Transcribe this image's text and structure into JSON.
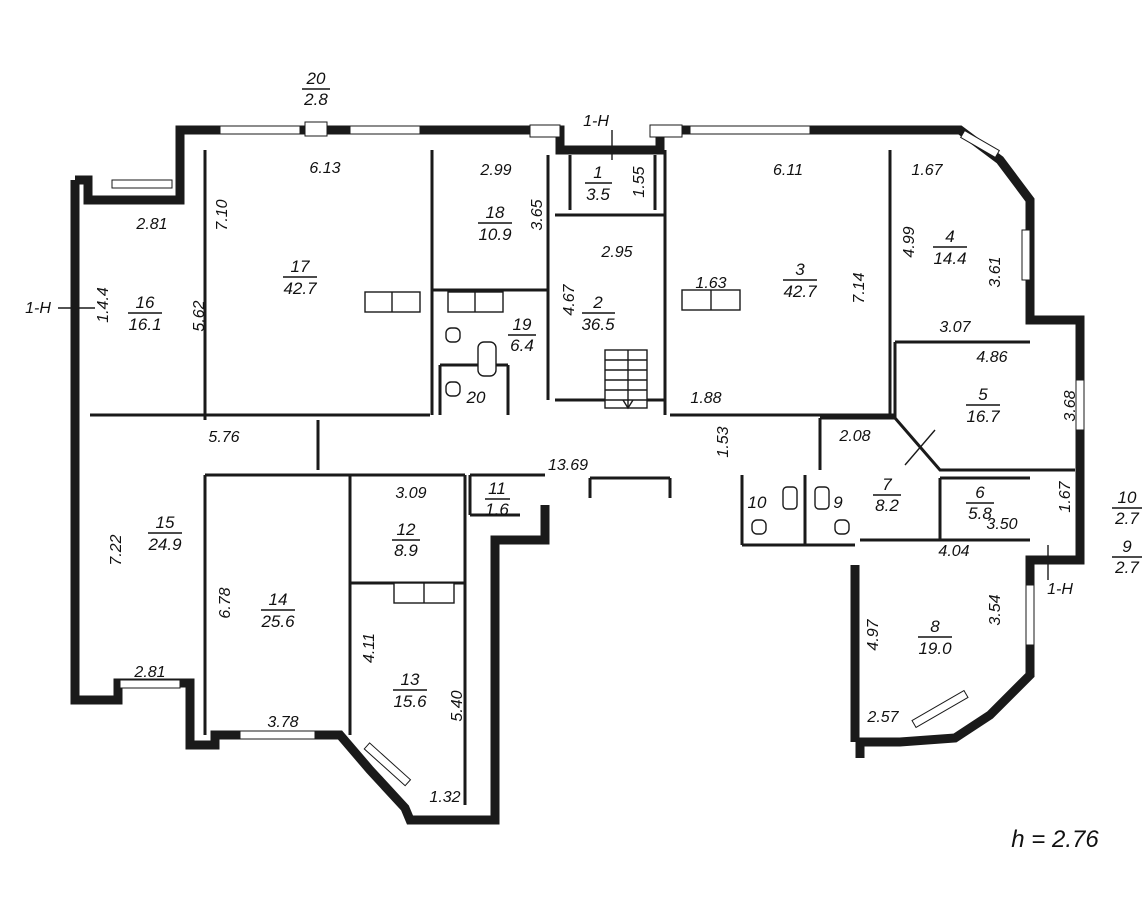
{
  "plan": {
    "height_note": "h = 2.76",
    "section_mark": "1-H",
    "rooms": [
      {
        "id": "r1",
        "num": "1",
        "area": "3.5"
      },
      {
        "id": "r2",
        "num": "2",
        "area": "36.5"
      },
      {
        "id": "r3",
        "num": "3",
        "area": "42.7"
      },
      {
        "id": "r4",
        "num": "4",
        "area": "14.4"
      },
      {
        "id": "r5",
        "num": "5",
        "area": "16.7"
      },
      {
        "id": "r6",
        "num": "6",
        "area": "5.8"
      },
      {
        "id": "r7",
        "num": "7",
        "area": "8.2"
      },
      {
        "id": "r8",
        "num": "8",
        "area": "19.0"
      },
      {
        "id": "r9",
        "num": "9",
        "area": ""
      },
      {
        "id": "r10",
        "num": "10",
        "area": ""
      },
      {
        "id": "r11",
        "num": "11",
        "area": "1.6"
      },
      {
        "id": "r12",
        "num": "12",
        "area": "8.9"
      },
      {
        "id": "r13",
        "num": "13",
        "area": "15.6"
      },
      {
        "id": "r14",
        "num": "14",
        "area": "25.6"
      },
      {
        "id": "r15",
        "num": "15",
        "area": "24.9"
      },
      {
        "id": "r16",
        "num": "16",
        "area": "16.1"
      },
      {
        "id": "r17",
        "num": "17",
        "area": "42.7"
      },
      {
        "id": "r18",
        "num": "18",
        "area": "10.9"
      },
      {
        "id": "r19",
        "num": "19",
        "area": "6.4"
      },
      {
        "id": "r20",
        "num": "20",
        "area": ""
      },
      {
        "id": "ext20",
        "num": "20",
        "area": "2.8"
      },
      {
        "id": "ext10",
        "num": "10",
        "area": "2.7"
      },
      {
        "id": "ext9",
        "num": "9",
        "area": "2.7"
      }
    ],
    "dims": [
      "6.13",
      "2.99",
      "6.11",
      "1.67",
      "2.81",
      "7.10",
      "3.65",
      "1.55",
      "2.95",
      "4.67",
      "4.99",
      "3.61",
      "3.07",
      "1.4.4",
      "5.62",
      "1.63",
      "7.14",
      "4.86",
      "3.68",
      "1.88",
      "5.76",
      "1.53",
      "2.08",
      "13.69",
      "3.09",
      "1.67",
      "3.50",
      "4.04",
      "7.22",
      "6.78",
      "4.11",
      "5.40",
      "4.97",
      "3.54",
      "2.81",
      "3.78",
      "1.32",
      "2.57"
    ],
    "dim_labels": {
      "d_613": "6.13",
      "d_299": "2.99",
      "d_611": "6.11",
      "d_167a": "1.67",
      "d_281a": "2.81",
      "d_710": "7.10",
      "d_365": "3.65",
      "d_155": "1.55",
      "d_295": "2.95",
      "d_467": "4.67",
      "d_499": "4.99",
      "d_361": "3.61",
      "d_307": "3.07",
      "d_144": "1.4.4",
      "d_562": "5.62",
      "d_163": "1.63",
      "d_714": "7.14",
      "d_486": "4.86",
      "d_368": "3.68",
      "d_188": "1.88",
      "d_576": "5.76",
      "d_153": "1.53",
      "d_208": "2.08",
      "d_1369": "13.69",
      "d_309": "3.09",
      "d_167b": "1.67",
      "d_350": "3.50",
      "d_404": "4.04",
      "d_722": "7.22",
      "d_678": "6.78",
      "d_411": "4.11",
      "d_540": "5.40",
      "d_497": "4.97",
      "d_354": "3.54",
      "d_281b": "2.81",
      "d_378": "3.78",
      "d_132": "1.32",
      "d_257": "2.57"
    }
  }
}
